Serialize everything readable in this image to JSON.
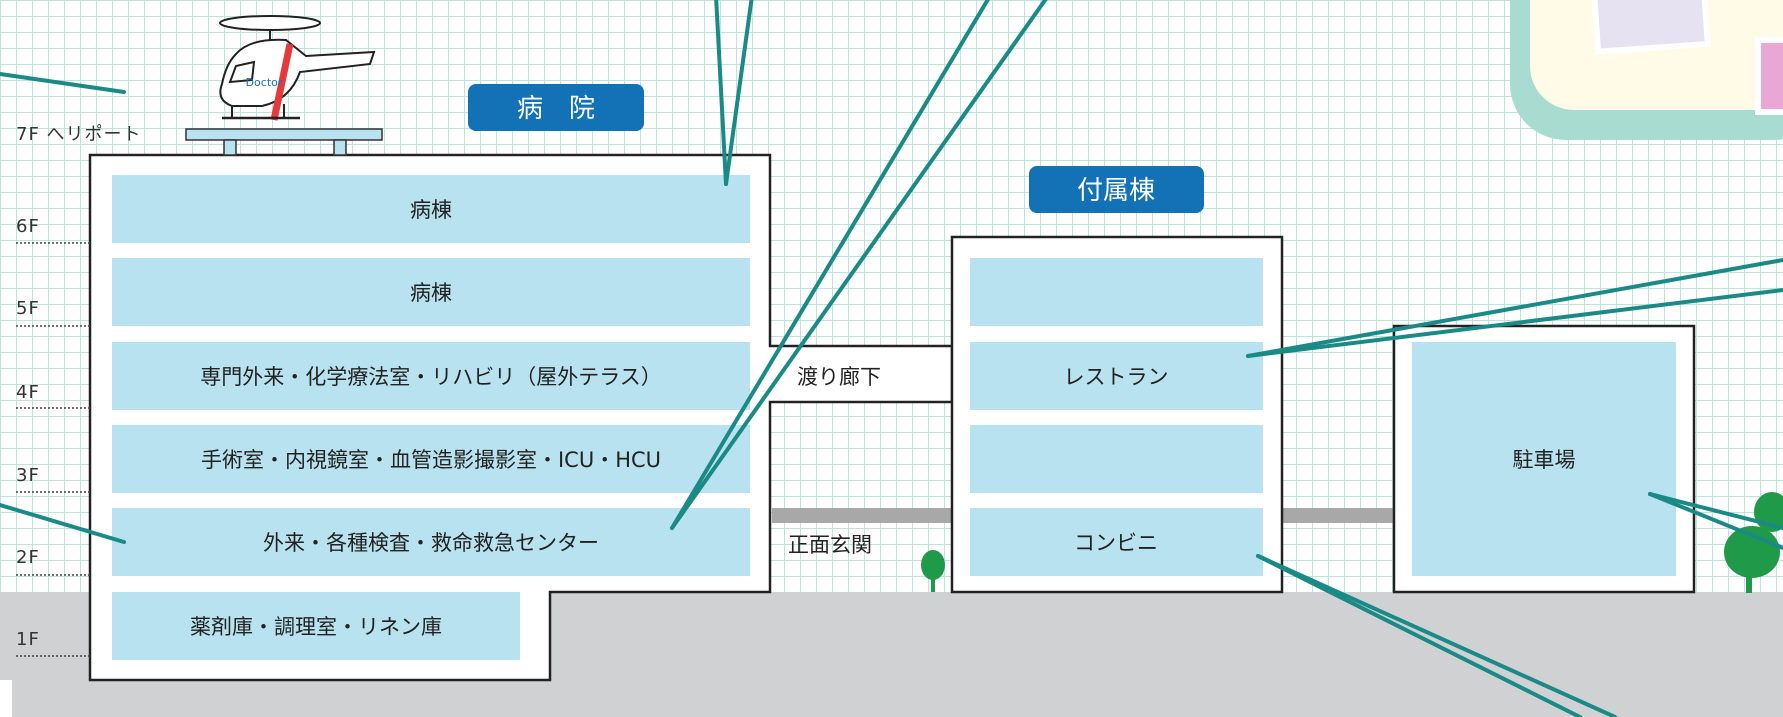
{
  "buildings": {
    "hospital": {
      "title": "病　院",
      "floors": [
        {
          "floor": "6F",
          "room": "病棟"
        },
        {
          "floor": "5F",
          "room": "病棟"
        },
        {
          "floor": "4F",
          "room": "専門外来・化学療法室・リハビリ（屋外テラス）"
        },
        {
          "floor": "3F",
          "room": "手術室・内視鏡室・血管造影撮影室・ICU・HCU"
        },
        {
          "floor": "2F",
          "room": "外来・各種検査・救命救急センター"
        },
        {
          "floor": "1F",
          "room": "薬剤庫・調理室・リネン庫"
        }
      ]
    },
    "annex": {
      "title": "付属棟",
      "rooms": [
        "",
        "レストラン",
        "",
        "コンビニ"
      ]
    },
    "parking": {
      "room": "駐車場"
    }
  },
  "floor_labels": [
    "7F へリポート",
    "6F",
    "5F",
    "4F",
    "3F",
    "2F",
    "1F"
  ],
  "corridor": {
    "upper": "渡り廊下",
    "lower": "正面玄関"
  },
  "helicopter": {
    "label": "Doctor"
  },
  "colors": {
    "room_fill": "#b8e2ef",
    "title_badge": "#1272b5",
    "callout_line": "#1a8a86",
    "ground": "#cfd1d3",
    "bridge_gray": "#a8a8a8",
    "tree": "#1f9a48",
    "heli_stripe": "#e63a3a",
    "heli_text": "#1a6fc2"
  }
}
